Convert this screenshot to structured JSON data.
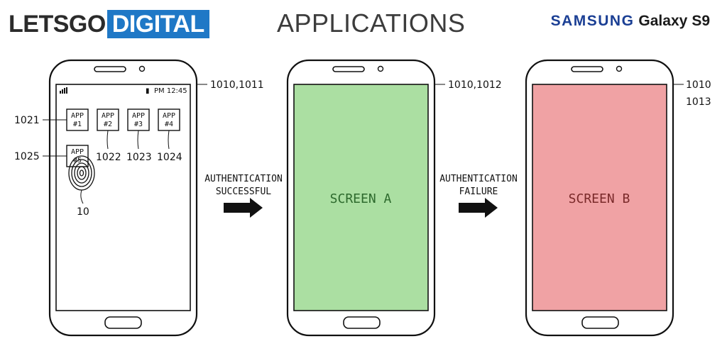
{
  "header": {
    "logo_part1": "LETSGO",
    "logo_part2": "DIGITAL",
    "title": "APPLICATIONS",
    "brand_part1": "SAMSUNG",
    "brand_part2": "Galaxy",
    "brand_part3": "S9"
  },
  "phone1": {
    "ref": "1010,1011",
    "status_time": "PM 12:45",
    "apps": [
      {
        "line1": "APP",
        "line2": "#1"
      },
      {
        "line1": "APP",
        "line2": "#2"
      },
      {
        "line1": "APP",
        "line2": "#3"
      },
      {
        "line1": "APP",
        "line2": "#4"
      },
      {
        "line1": "APP",
        "line2": "#5"
      }
    ],
    "refs": {
      "app1": "1021",
      "app2": "1022",
      "app3": "1023",
      "app4": "1024",
      "app5": "1025",
      "finger": "10"
    }
  },
  "arrow1": {
    "line1": "AUTHENTICATION",
    "line2": "SUCCESSFUL"
  },
  "phone2": {
    "ref": "1010,1012",
    "screen_label": "SCREEN A",
    "screen_color": "#abdfa2",
    "text_color": "#2d6a2d"
  },
  "arrow2": {
    "line1": "AUTHENTICATION",
    "line2": "FAILURE"
  },
  "phone3": {
    "ref_line1": "1010",
    "ref_line2": "1013",
    "screen_label": "SCREEN B",
    "screen_color": "#f0a2a4",
    "text_color": "#7a2a2a"
  },
  "colors": {
    "logo_blue": "#1f78c6",
    "samsung_blue": "#1b3f94"
  }
}
